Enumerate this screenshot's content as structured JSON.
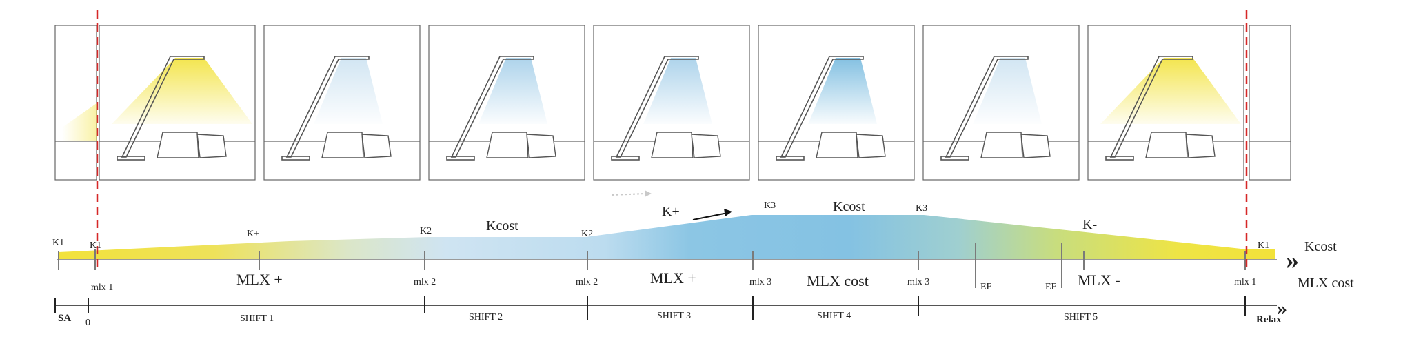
{
  "colors": {
    "warm": "#f2e23a",
    "cool_light": "#cfe4f2",
    "cool_mid": "#a9d1ea",
    "cool_strong": "#7dbde0",
    "boundary": "#d62828",
    "line": "#555555"
  },
  "panels": [
    {
      "light": "warm"
    },
    {
      "light": "cool_light"
    },
    {
      "light": "cool_mid"
    },
    {
      "light": "cool_mid"
    },
    {
      "light": "cool_strong"
    },
    {
      "light": "cool_light"
    },
    {
      "light": "warm"
    }
  ],
  "top_labels": {
    "k1_left": "K1",
    "k1_second": "K1",
    "kplus_1": "K+",
    "k2_a": "K2",
    "kcost_1": "Kcost",
    "k2_b": "K2",
    "kplus_2": "K+",
    "k3_a": "K3",
    "kcost_2": "Kcost",
    "k3_b": "K3",
    "kminus": "K-",
    "k1_right": "K1",
    "kcost_end": "Kcost"
  },
  "mlx_labels": {
    "mlx1_left": "mlx 1",
    "mlx_plus_1": "MLX +",
    "mlx2_a": "mlx 2",
    "mlx2_b": "mlx 2",
    "mlx_plus_2": "MLX +",
    "mlx3_a": "mlx 3",
    "mlx_cost": "MLX cost",
    "mlx3_b": "mlx 3",
    "ef_1": "EF",
    "ef_2": "EF",
    "mlx_minus": "MLX -",
    "mlx1_right": "mlx 1",
    "mlx_cost_end": "MLX cost"
  },
  "timeline": {
    "sa": "SA",
    "zero": "0",
    "shift1": "SHIFT 1",
    "shift2": "SHIFT 2",
    "shift3": "SHIFT 3",
    "shift4": "SHIFT 4",
    "shift5": "SHIFT 5",
    "relax": "Relax"
  },
  "arrow_glyph": "»"
}
